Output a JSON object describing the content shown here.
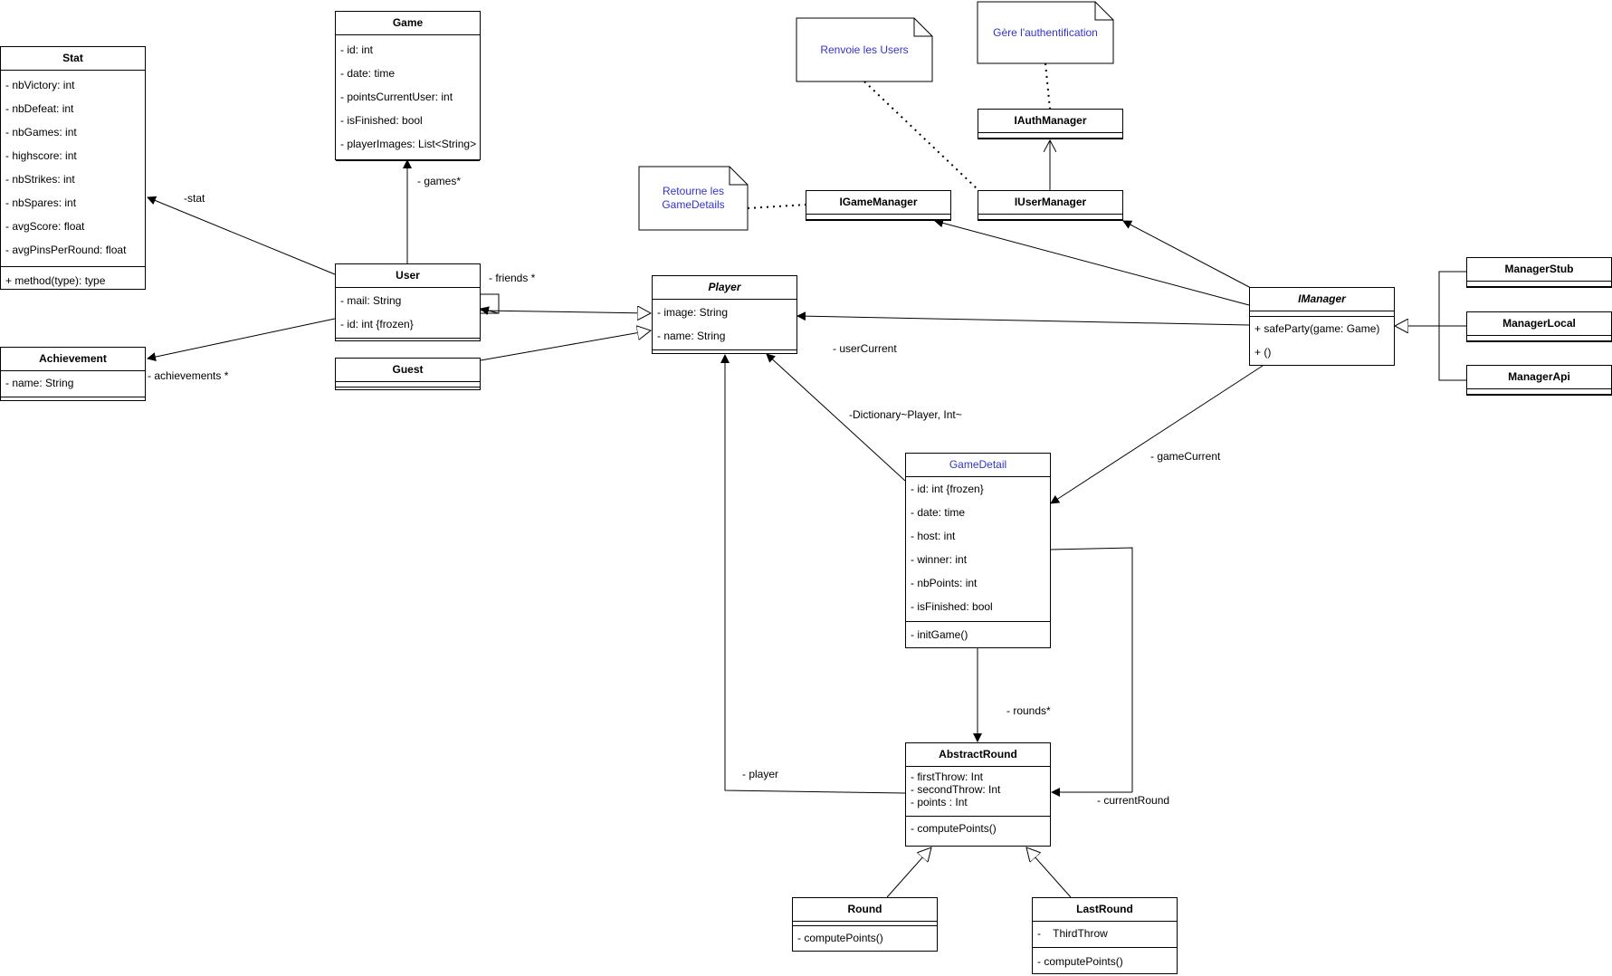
{
  "classes": {
    "stat": {
      "name": "Stat",
      "attrs": [
        "- nbVictory: int",
        "- nbDefeat: int",
        "- nbGames: int",
        "- highscore: int",
        "- nbStrikes: int",
        "- nbSpares: int",
        "- avgScore: float",
        "- avgPinsPerRound: float"
      ],
      "ops": [
        "+ method(type): type"
      ]
    },
    "game": {
      "name": "Game",
      "attrs": [
        "- id: int",
        "- date: time",
        "- pointsCurrentUser: int",
        "- isFinished: bool",
        "- playerImages: List<String>"
      ]
    },
    "user": {
      "name": "User",
      "attrs": [
        "- mail: String",
        "- id: int {frozen}"
      ]
    },
    "achievement": {
      "name": "Achievement",
      "attrs": [
        "- name: String"
      ]
    },
    "guest": {
      "name": "Guest"
    },
    "player": {
      "name": "Player",
      "attrs": [
        "- image: String",
        "- name: String"
      ]
    },
    "igamemanager": {
      "name": "IGameManager"
    },
    "iusermanager": {
      "name": "IUserManager"
    },
    "iauthmanager": {
      "name": "IAuthManager"
    },
    "imanager": {
      "name": "IManager",
      "ops": [
        "+ safeParty(game: Game)",
        "+ ()"
      ]
    },
    "managerstub": {
      "name": "ManagerStub"
    },
    "managerlocal": {
      "name": "ManagerLocal"
    },
    "managerapi": {
      "name": "ManagerApi"
    },
    "gamedetail": {
      "name": "GameDetail",
      "attrs": [
        "- id: int {frozen}",
        "- date: time",
        "- host: int",
        "- winner: int",
        "- nbPoints: int",
        "- isFinished: bool"
      ],
      "ops": [
        "- initGame()"
      ]
    },
    "abstractround": {
      "name": "AbstractRound",
      "attrs": [
        "- firstThrow: Int",
        "- secondThrow: Int",
        "- points : Int"
      ],
      "ops": [
        "- computePoints()"
      ]
    },
    "round": {
      "name": "Round",
      "ops": [
        "- computePoints()"
      ]
    },
    "lastround": {
      "name": "LastRound",
      "attrs": [
        "-    ThirdThrow"
      ],
      "ops": [
        "- computePoints()"
      ]
    }
  },
  "notes": {
    "renvoie": "Renvoie les Users",
    "gere": "Gère l'authentification",
    "retourne": "Retourne les GameDetails"
  },
  "labels": {
    "stat": "-stat",
    "games": "- games*",
    "friends": "- friends *",
    "achievements": "- achievements *",
    "userCurrent": "- userCurrent",
    "dictionary": "-Dictionary~Player, Int~",
    "gameCurrent": "- gameCurrent",
    "rounds": "- rounds*",
    "player": "- player",
    "currentRound": "- currentRound"
  },
  "colors": {
    "note_text": "#3333cc",
    "line": "#000000",
    "highlight_title": "#3333cc"
  }
}
